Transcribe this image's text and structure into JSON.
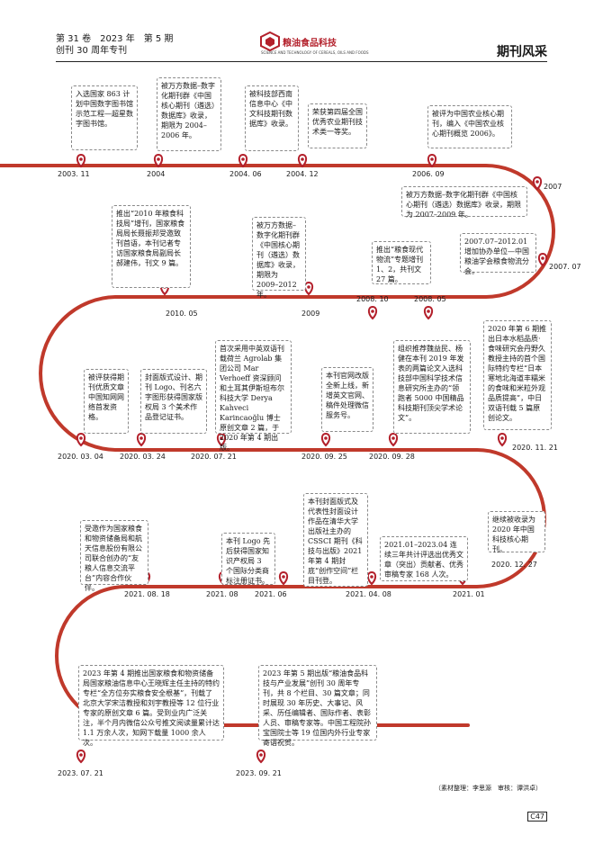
{
  "header": {
    "issue": "第 31 卷　2023 年　第 5 期",
    "special": "创刊 30 周年专刊",
    "logo_title": "粮油食品科技",
    "logo_subtitle": "SCIENCE AND TECHNOLOGY OF CEREALS, OILS AND FOODS",
    "section": "期刊风采"
  },
  "colors": {
    "timeline": "#c0392b",
    "marker": "#b3202b"
  },
  "events": [
    {
      "date": "2003. 11",
      "text": "入选国家 863 计划中国数字图书馆示范工程—超星数字图书馆。"
    },
    {
      "date": "2004",
      "text": "被万方数据–数字化期刊群《中国核心期刊（遴选）数据库》收录，期限为 2004–2006 年。"
    },
    {
      "date": "2004. 06",
      "text": "被科技部西南信息中心《中文科技期刊数据库》收录。"
    },
    {
      "date": "2004. 12",
      "text": "荣获第四届全国优秀农业期刊技术类一等奖。"
    },
    {
      "date": "2006. 09",
      "text": "被评为中国农业核心期刊，编入《中国农业核心期刊概览 2006》。"
    },
    {
      "date": "2007",
      "text": "被万方数据–数字化期刊群《中国核心期刊（遴选）数据库》收录，期限为 2007–2009 年。"
    },
    {
      "date": "2007. 07",
      "text": "2007.07–2012.01 增加协办单位—中国粮油学会粮食物流分会。"
    },
    {
      "date": "2008. 05",
      "text": "推出“粮食现代物流”专题增刊 1、2，共刊文 27 篇。"
    },
    {
      "date": "2008. 10",
      "text": ""
    },
    {
      "date": "2009",
      "text": "被万方数据–数字化期刊群《中国核心期刊（遴选）数据库》收录，期限为 2009–2012 年。"
    },
    {
      "date": "2010. 05",
      "text": "推出“2010 年粮食科技局”增刊，国家粮食局局长聂振邦受邀致刊首语，本刊记者专访国家粮食局副局长郝建伟，刊文 9 篇。"
    },
    {
      "date": "2020. 03. 04",
      "text": "被评获得期刊优质文章中国知网网络首发资格。"
    },
    {
      "date": "2020. 03. 24",
      "text": "封面版式设计、期刊 Logo、刊名六字图形获得国家版权局 3 个美术作品登记证书。"
    },
    {
      "date": "2020. 07. 21",
      "text": "首次采用中英双语刊载荷兰 Agrolab 集团公司 Mar Verhoeff 资深顾问和土耳其伊斯坦布尔科技大学 Derya Kahveci Karincaoğlu 博士原创文章 2 篇，于 2020 年第 4 期出版。"
    },
    {
      "date": "2020. 09. 25",
      "text": "本刊官网改版全新上线，新增英文官网、稿件处理微信服务号。"
    },
    {
      "date": "2020. 09. 28",
      "text": "组织推荐魏益民、杨健在本刊 2019 年发表的两篇论文入选科技部中国科学技术信息研究所主办的“领跑者 5000 中国精品科技期刊顶尖学术论文”。"
    },
    {
      "date": "2020. 11. 21",
      "text": "2020 年第 6 期推出日本水稻品质·食味研究会丹野久教授主持的首个国际特约专栏“日本寒地北海道丰糯米的食味和米粒外观品质提高”，中日双语刊载 5 篇原创论文。"
    },
    {
      "date": "2020. 12. 27",
      "text": "继续被收录为 2020 年中国科技核心期刊。"
    },
    {
      "date": "2021. 01",
      "text": "2021.01–2023.04 连续三年共计评选出优秀文章（突出）贡献者、优秀审稿专家 168 人次。"
    },
    {
      "date": "2021. 04. 08",
      "text": "本刊封面版式及代表性封面设计作品在清华大学出版社主办的 CSSCI 期刊《科技与出版》2021 年第 4 期封底“创作空间”栏目刊登。"
    },
    {
      "date": "2021. 06",
      "text": "本刊 Logo 先后获得国家知识产权局 3 个国际分类商标注册证书。"
    },
    {
      "date": "2021. 08",
      "text": ""
    },
    {
      "date": "2021. 08. 18",
      "text": "受邀作为国家粮食和物资储备局和航天信息股份有限公司联合创办的“友粮人信息交流平台”内容合作伙伴。"
    },
    {
      "date": "2023. 07. 21",
      "text": "2023 年第 4 期推出国家粮食和物资储备局国家粮油信息中心王晓辉主任主持的特约专栏“全方位夯实粮食安全根基”，刊载了北京大学宋洁教授和刘宇教授等 12 位行业专家的原创文章 6 篇。受到业内广泛关注，半个月内微信公众号推文阅读量累计达 1.1 万余人次，知网下载量 1000 余人次。"
    },
    {
      "date": "2023. 09. 21",
      "text": "2023 年第 5 期出版“粮油食品科技与产业发展”创刊 30 周年专刊，共 8 个栏目、30 篇文章；同时展现 30 年历史、大事记、风采、历任编辑者、国际作者、表彰人员、审稿专家等。中国工程院孙宝国院士等 19 位国内外行业专家寄语祝贺。"
    }
  ],
  "credit": "（素材整理：李思源　审核：谭洪卓）",
  "page_number": "C47"
}
